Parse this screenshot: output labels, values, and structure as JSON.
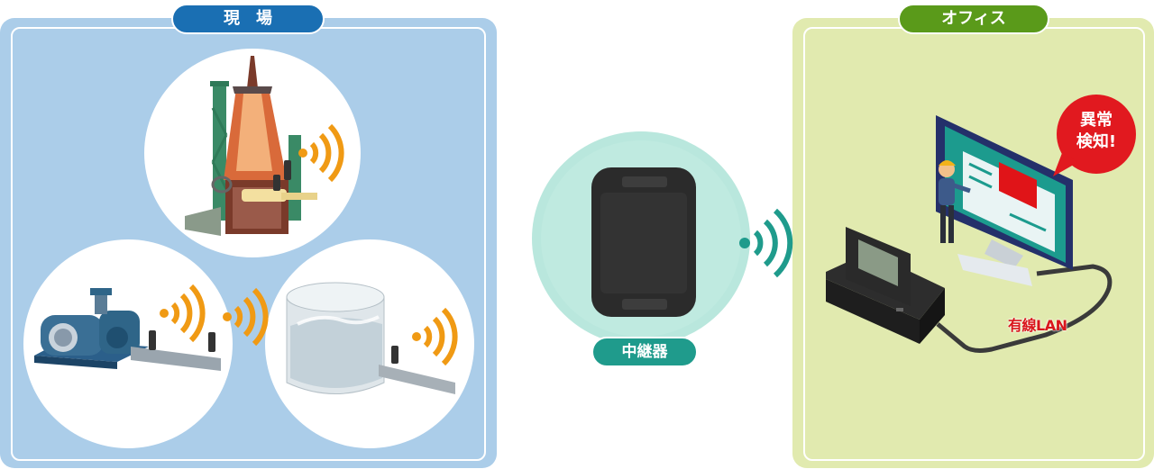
{
  "field": {
    "title": "現　場",
    "color": "#abcde9",
    "pill_color": "#1a6fb3"
  },
  "office": {
    "title": "オフィス",
    "color": "#e1eaaf",
    "pill_color": "#5a9a1a"
  },
  "repeater": {
    "label": "中継器",
    "pill_color": "#1f9b8c"
  },
  "alert": {
    "line1": "異常",
    "line2": "検知!",
    "color": "#e1191f"
  },
  "lan": {
    "label": "有線LAN",
    "color": "#d9161c"
  },
  "signal_color": "#f09a14",
  "repeater_signal_color": "#1f9b8c"
}
